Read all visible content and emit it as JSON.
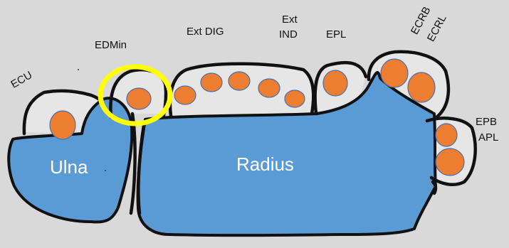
{
  "labels": {
    "ecu": "ECU",
    "edmin": "EDMin",
    "ext_dig": "Ext DIG",
    "ext_ind_line1": "Ext",
    "ext_ind_line2": "IND",
    "epl": "EPL",
    "ecrb": "ECRB",
    "ecrl": "ECRL",
    "epb": "EPB",
    "apl": "APL",
    "ulna": "Ulna",
    "radius": "Radius"
  },
  "colors": {
    "background": "#d9d9d9",
    "bone": "#5b9bd5",
    "tendon": "#ed7d31",
    "compartment_fill": "#e6e6e6",
    "outline": "#111111",
    "highlight": "#ffff00"
  },
  "highlighted_compartment": "EDMin"
}
